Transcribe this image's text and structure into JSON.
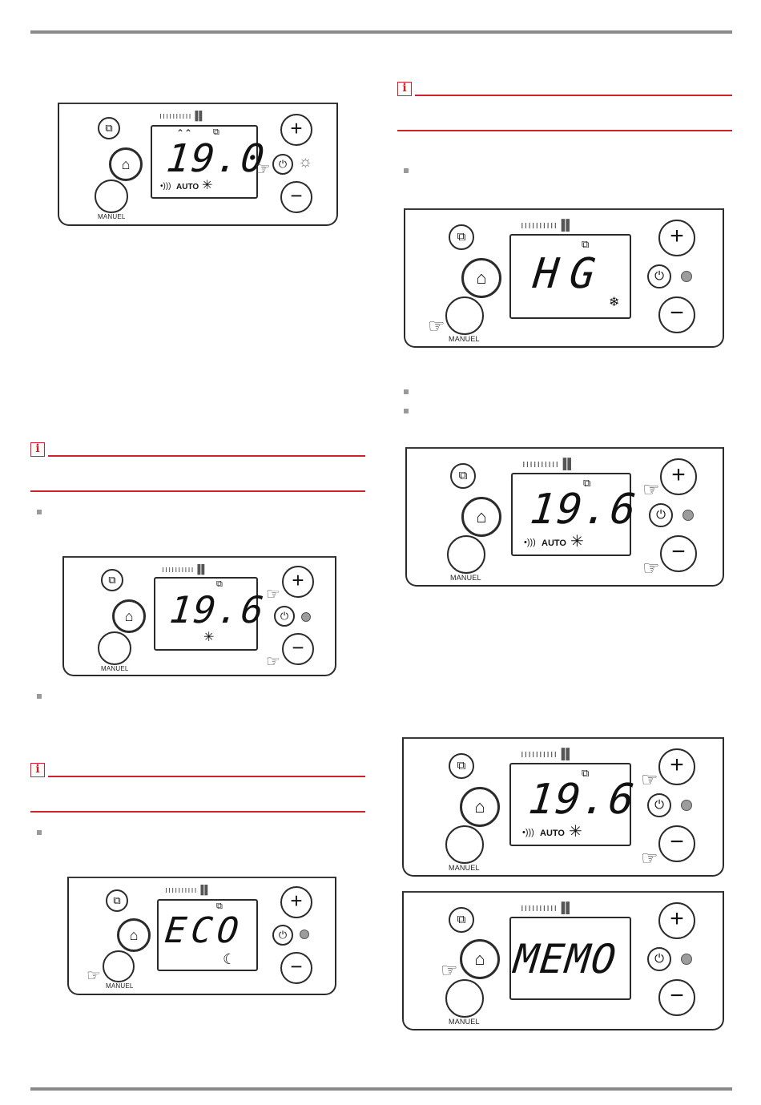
{
  "document": {
    "manuel_label": "MANUEL",
    "auto_label": "AUTO",
    "plus_symbol": "+",
    "minus_symbol": "−",
    "info_symbol": "i"
  },
  "panels": [
    {
      "id": "p1",
      "display": "19.0"
    },
    {
      "id": "p2",
      "display": "19.6"
    },
    {
      "id": "p3",
      "display": "ECO"
    },
    {
      "id": "p4",
      "display": "HG"
    },
    {
      "id": "p5",
      "display": "19.6"
    },
    {
      "id": "p6",
      "display": "19.6"
    },
    {
      "id": "p7",
      "display": "MEMO"
    }
  ],
  "icons": {
    "mode": "window-open-icon",
    "eco": "house-leaf-icon",
    "power": "power-icon",
    "hand": "pointing-hand-icon",
    "sun": "sun-icon",
    "moon": "moon-icon",
    "snowflake": "snowflake-icon",
    "signal": "signal-icon",
    "level": "level-bar-icon"
  },
  "colors": {
    "accent_red": "#d0202a",
    "rule_gray": "#8a8a8a",
    "led_gray": "#9c9c9c"
  }
}
